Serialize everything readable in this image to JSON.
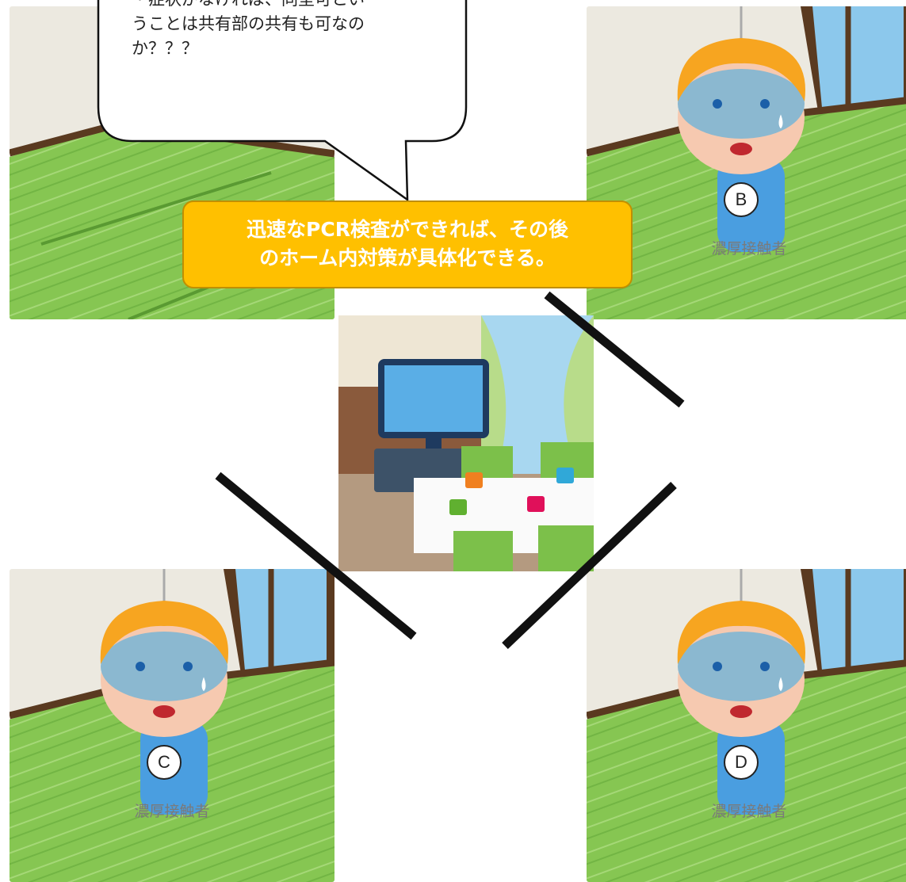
{
  "speech_bubble": {
    "text": "・症状がなければ、同室可とい\nうことは共有部の共有も可なの\nか？？？"
  },
  "callout": {
    "line1": "迅速なPCR検査ができれば、その後",
    "line2": "のホーム内対策が具体化できる。"
  },
  "persons": [
    {
      "id": "B",
      "label": "濃厚接触者"
    },
    {
      "id": "C",
      "label": "濃厚接触者"
    },
    {
      "id": "D",
      "label": "濃厚接触者"
    }
  ],
  "colors": {
    "tatami": "#7cc04a",
    "tatami_edge": "#5a3a20",
    "wall": "#ece9e0",
    "callout": "#ffc000",
    "shirt": "#4a9ee0",
    "hair": "#f7a520",
    "face_mask": "#8bb8d0",
    "connector": "#111111"
  },
  "icons": [
    "room-illustration",
    "boy-illustration",
    "living-room-illustration",
    "tv-icon",
    "mug-icon",
    "speech-bubble"
  ]
}
